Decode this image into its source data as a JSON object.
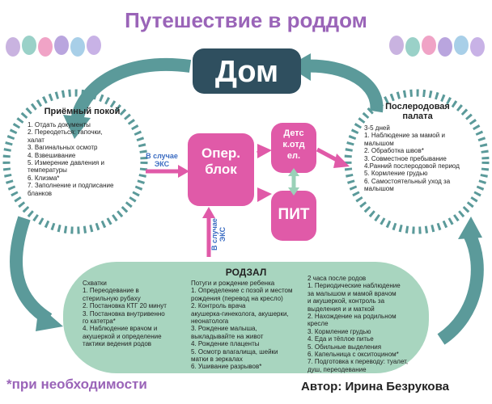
{
  "title": "Путешествие в роддом",
  "home": "Дом",
  "reception": {
    "title": "Приёмный покой",
    "items": [
      "1. Отдать документы",
      "2. Переодеться: тапочки,",
      "халат",
      "3. Вагинальных осмотр",
      "4. Взвешивание",
      "5. Измерение давления и",
      "температуры",
      "6. Клизма*",
      "7. Заполнение и подписание",
      "бланков"
    ]
  },
  "postpartum": {
    "title_line1": "Послеродовая",
    "title_line2": "палата",
    "items": [
      "3-5 дней",
      "1. Наблюдение за мамой и",
      "малышом",
      "2. Обработка швов*",
      "3. Совместное пребывание",
      "4.Ранний послеродовой период",
      "5. Кормление грудью",
      "6. Самостоятельный уход за",
      "малышом"
    ]
  },
  "surgery": {
    "line1": "Опер.",
    "line2": "блок"
  },
  "children": {
    "line1": "Детс",
    "line2": "к.отд",
    "line3": "ел."
  },
  "icu": "ПИТ",
  "csection_note": {
    "line1": "В случае",
    "line2": "ЭКС"
  },
  "delivery": {
    "title": "РОДЗАЛ",
    "col1": [
      "Схватки",
      "1. Переодевание в",
      "стерильную рубаху",
      "2. Постановка КТГ 20 минут",
      "3. Постановка внутривенно",
      "го катетра*",
      "4. Наблюдение врачом и",
      "акушеркой и определение",
      "тактики ведения родов"
    ],
    "col2": [
      "Потуги и рождение ребенка",
      "1. Определение с позой и местом",
      "рождения (перевод на кресло)",
      "2. Контроль врача",
      "акушерка-гинеколога, акушерки,",
      "неонатолога",
      "3. Рождение малыша,",
      "выкладывайте на живот",
      "4. Рождение плаценты",
      "5. Осмотр влагалища, шейки",
      "матки в зеркалах",
      "6. Ушивание разрывов*"
    ],
    "col3": [
      "2 часа после родов",
      "1. Периодические наблюдение",
      "за малышом и мамой врачом",
      "и акушеркой, контроль за",
      "выделения и и маткой",
      "2. Нахождение на родильном",
      "кресле",
      "3. Кормление грудью",
      "4. Еда и тёплое питье",
      "5. Обильные выделения",
      "6. Капельница с окситоцином*",
      "7. Подготовка к переводу: туалет,",
      "душ, переодевание"
    ]
  },
  "footnote": "*при необходимости",
  "author": "Автор: Ирина Безрукова",
  "colors": {
    "title": "#9a64b8",
    "home": "#2f4f5f",
    "teal": "#5b9a9a",
    "pink": "#e05aa8",
    "green_panel": "#a8d5bf",
    "note_blue": "#3b6cc2"
  }
}
